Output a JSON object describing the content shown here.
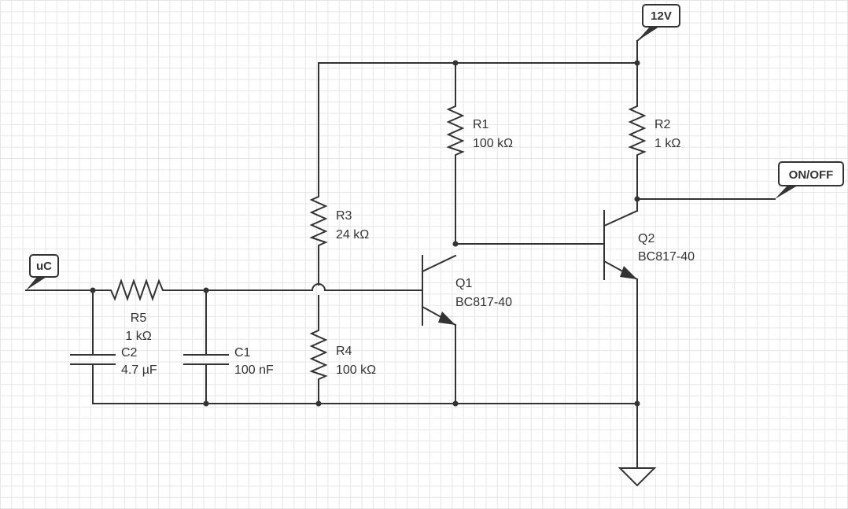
{
  "ports": {
    "supply": "12V",
    "input": "uC",
    "output": "ON/OFF"
  },
  "components": {
    "r1": {
      "ref": "R1",
      "value": "100 kΩ"
    },
    "r2": {
      "ref": "R2",
      "value": "1 kΩ"
    },
    "r3": {
      "ref": "R3",
      "value": "24 kΩ"
    },
    "r4": {
      "ref": "R4",
      "value": "100 kΩ"
    },
    "r5": {
      "ref": "R5",
      "value": "1 kΩ"
    },
    "c1": {
      "ref": "C1",
      "value": "100 nF"
    },
    "c2": {
      "ref": "C2",
      "value": "4.7 µF"
    },
    "q1": {
      "ref": "Q1",
      "value": "BC817-40"
    },
    "q2": {
      "ref": "Q2",
      "value": "BC817-40"
    }
  },
  "colors": {
    "wire": "#333333",
    "grid": "#e6e6e6",
    "background": "#ffffff"
  }
}
